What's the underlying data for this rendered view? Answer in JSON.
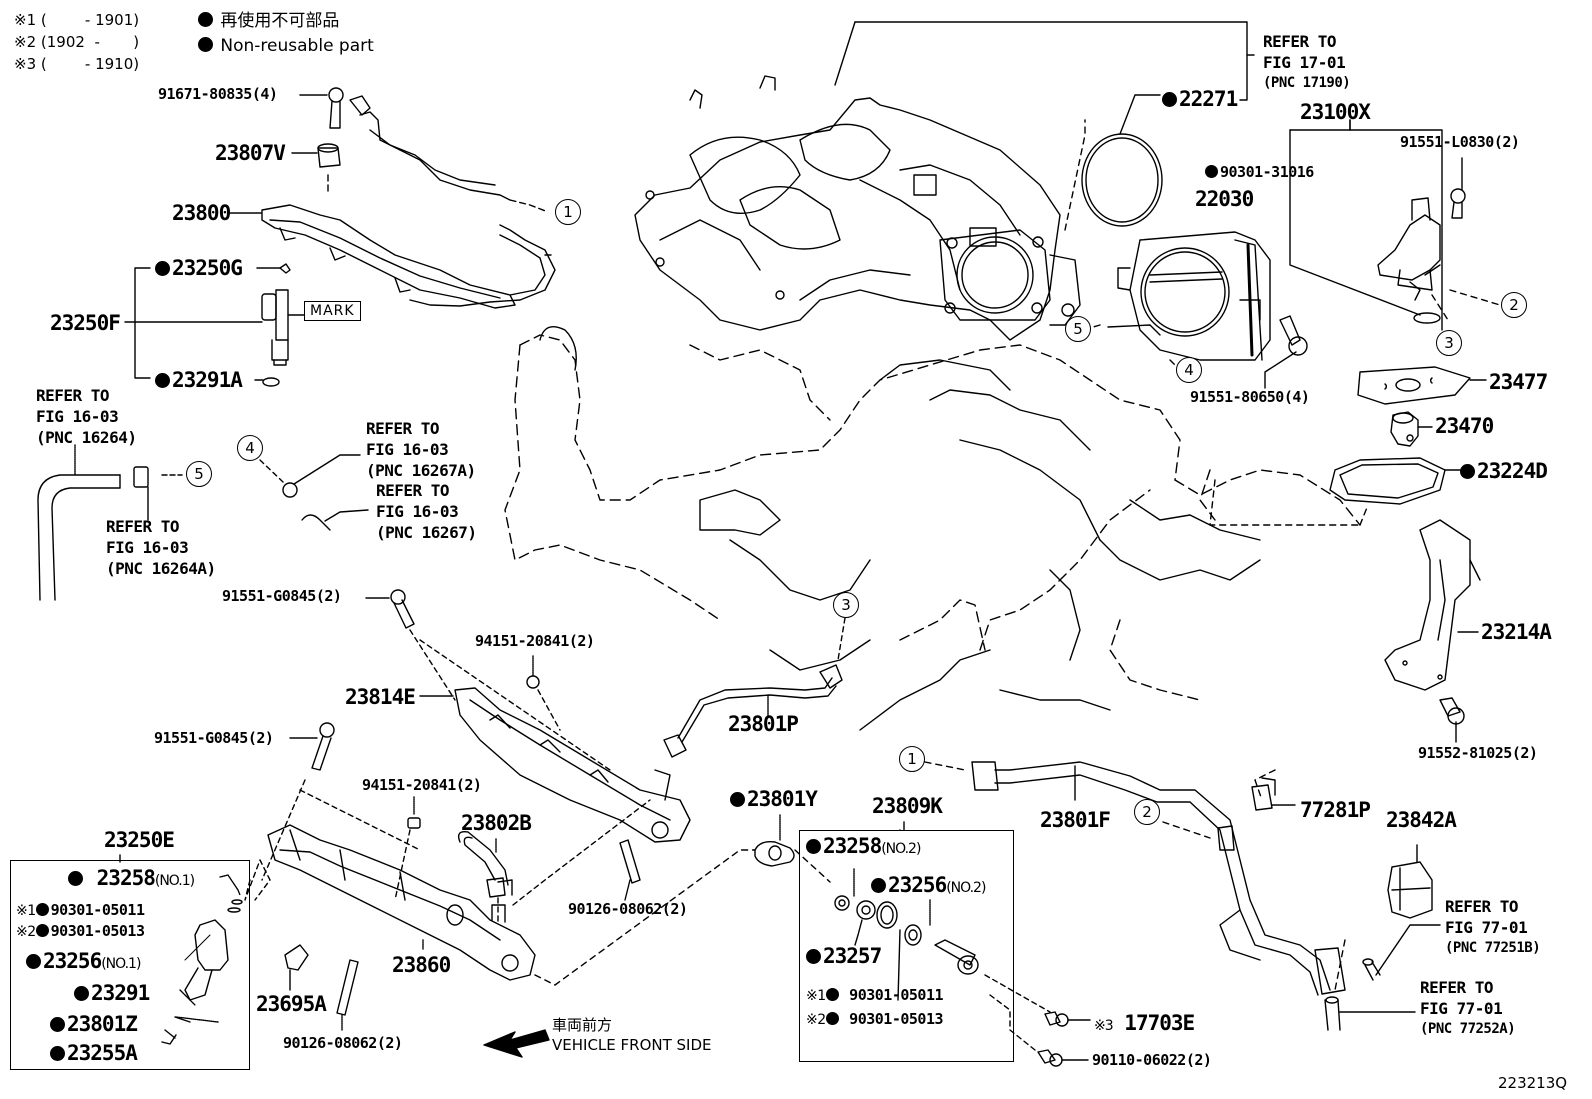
{
  "figure_id": "223213Q",
  "legend": {
    "notes": [
      {
        "mark": "※1",
        "range": "(        - 1901)"
      },
      {
        "mark": "※2",
        "range": "(1902  -       )"
      },
      {
        "mark": "※3",
        "range": "(        - 1910)"
      }
    ],
    "nonreusable_jp": "再使用不可部品",
    "nonreusable_en": "Non-reusable part"
  },
  "direction": {
    "jp": "車両前方",
    "en": "VEHICLE FRONT SIDE"
  },
  "callout_circles": [
    "1",
    "2",
    "3",
    "4",
    "5"
  ],
  "mark_label": "MARK",
  "parts": {
    "p91671_80835": "91671-80835(4)",
    "p23807V": "23807V",
    "p23800": "23800",
    "p23250G": "23250G",
    "p23250F": "23250F",
    "p23291A": "23291A",
    "p22271": "22271",
    "p23100X": "23100X",
    "p90301_31016": "90301-31016",
    "p22030": "22030",
    "p91551_L0830": "91551-L0830(2)",
    "p91551_80650": "91551-80650(4)",
    "p23477": "23477",
    "p23470": "23470",
    "p23224D": "23224D",
    "p23214A": "23214A",
    "p91552_81025": "91552-81025(2)",
    "p91551_G0845_a": "91551-G0845(2)",
    "p91551_G0845_b": "91551-G0845(2)",
    "p94151_20841_a": "94151-20841(2)",
    "p94151_20841_b": "94151-20841(2)",
    "p23814E": "23814E",
    "p23801P": "23801P",
    "p23802B": "23802B",
    "p90126_08062_a": "90126-08062(2)",
    "p90126_08062_b": "90126-08062(2)",
    "p23860": "23860",
    "p23695A": "23695A",
    "p23801Y": "23801Y",
    "p23809K": "23809K",
    "p23801F": "23801F",
    "p77281P": "77281P",
    "p23842A": "23842A",
    "p17703E": "17703E",
    "p17703E_note": "※3",
    "p90110_06022": "90110-06022(2)"
  },
  "kit_23250E": {
    "title": "23250E",
    "items": [
      {
        "note": "",
        "part": "23258",
        "suffix": "(NO.1)",
        "nonreusable": true
      },
      {
        "note": "※1",
        "part": "90301-05011",
        "suffix": "",
        "nonreusable": true
      },
      {
        "note": "※2",
        "part": "90301-05013",
        "suffix": "",
        "nonreusable": true
      },
      {
        "note": "",
        "part": "23256",
        "suffix": "(NO.1)",
        "nonreusable": true
      },
      {
        "note": "",
        "part": "23291",
        "suffix": "",
        "nonreusable": true
      },
      {
        "note": "",
        "part": "23801Z",
        "suffix": "",
        "nonreusable": true
      },
      {
        "note": "",
        "part": "23255A",
        "suffix": "",
        "nonreusable": true
      }
    ]
  },
  "kit_23809K": {
    "title": "23809K",
    "items": [
      {
        "note": "",
        "part": "23258",
        "suffix": "(NO.2)",
        "nonreusable": true
      },
      {
        "note": "",
        "part": "23256",
        "suffix": "(NO.2)",
        "nonreusable": true
      },
      {
        "note": "",
        "part": "23257",
        "suffix": "",
        "nonreusable": true
      },
      {
        "note": "※1",
        "part": "90301-05011",
        "suffix": "",
        "nonreusable": true
      },
      {
        "note": "※2",
        "part": "90301-05013",
        "suffix": "",
        "nonreusable": true
      }
    ]
  },
  "references": [
    {
      "line1": "REFER TO",
      "line2": "FIG 17-01",
      "line3": "(PNC 17190)"
    },
    {
      "line1": "REFER TO",
      "line2": "FIG 16-03",
      "line3": "(PNC 16264)"
    },
    {
      "line1": "REFER TO",
      "line2": "FIG 16-03",
      "line3": "(PNC 16264A)"
    },
    {
      "line1": "REFER TO",
      "line2": "FIG 16-03",
      "line3": "(PNC 16267A)"
    },
    {
      "line1": "REFER TO",
      "line2": "FIG 16-03",
      "line3": "(PNC 16267)"
    },
    {
      "line1": "REFER TO",
      "line2": "FIG 77-01",
      "line3": "(PNC 77251B)"
    },
    {
      "line1": "REFER TO",
      "line2": "FIG 77-01",
      "line3": "(PNC 77252A)"
    }
  ]
}
